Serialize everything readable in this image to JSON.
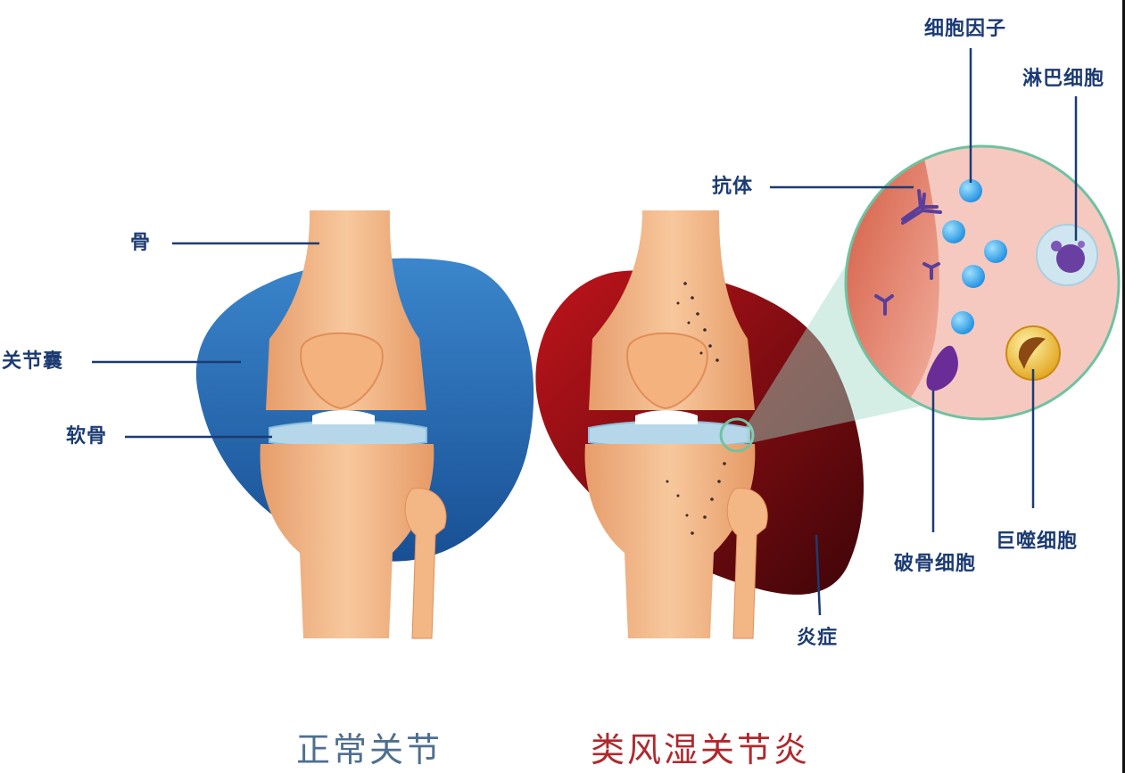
{
  "labels": {
    "bone": "骨",
    "capsule": "关节囊",
    "cartilage": "软骨",
    "antibody": "抗体",
    "cytokine": "细胞因子",
    "lymphocyte": "淋巴细胞",
    "osteoclast": "破骨细胞",
    "macrophage": "巨噬细胞",
    "inflammation": "炎症"
  },
  "titles": {
    "normal": "正常关节",
    "ra": "类风湿关节炎"
  },
  "colors": {
    "label": "#1c3b73",
    "title_normal": "#4f6f8f",
    "title_ra": "#b0282c",
    "capsule_normal": "#2f6fb6",
    "capsule_ra": "#a3121a",
    "bone": "#f2b98a",
    "zoom_bg": "#f6c9c0",
    "zoom_ring": "#6fc2a0"
  }
}
